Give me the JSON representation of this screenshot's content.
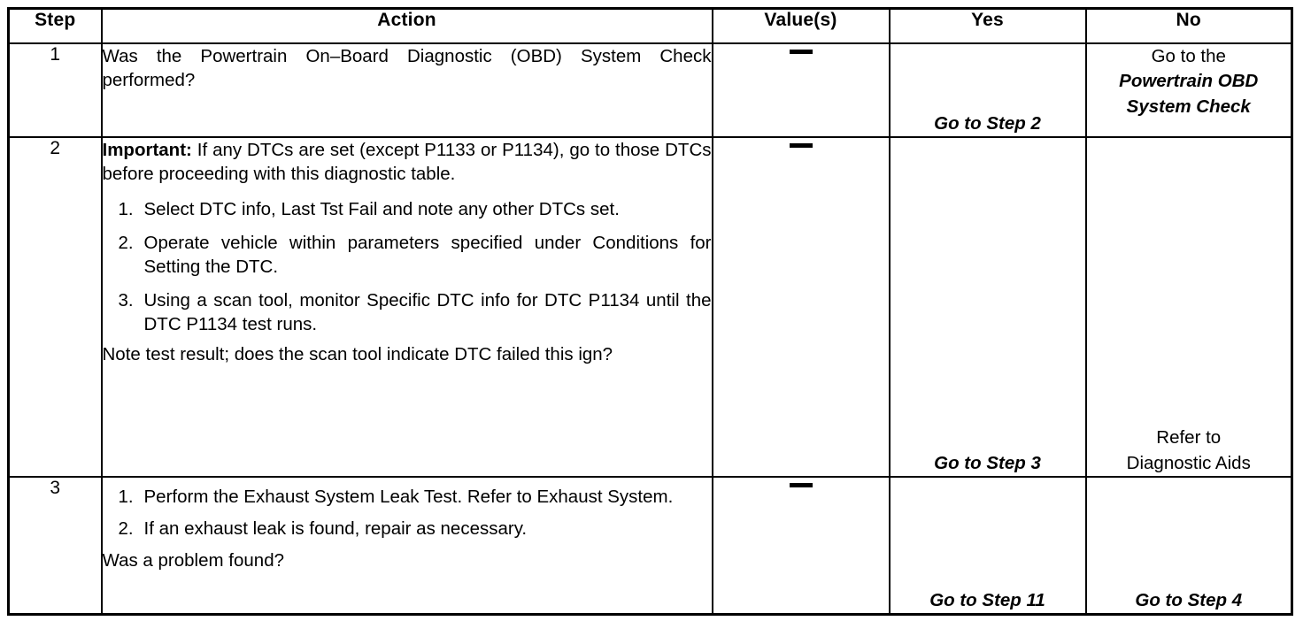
{
  "table": {
    "headers": {
      "step": "Step",
      "action": "Action",
      "values": "Value(s)",
      "yes": "Yes",
      "no": "No"
    },
    "rows": [
      {
        "step": "1",
        "action": {
          "intro": "Was the Powertrain On–Board Diagnostic (OBD) System Check performed?",
          "items": [],
          "question": ""
        },
        "value": "—",
        "yes": {
          "line1": "Go to Step 2",
          "line2": "",
          "line3": ""
        },
        "no": {
          "line1": "Go to the",
          "line2": "Powertrain OBD",
          "line3": "System Check"
        }
      },
      {
        "step": "2",
        "action": {
          "important_label": "Important:",
          "important_text": " If any DTCs are set (except P1133 or P1134), go to those DTCs before proceeding with this diagnostic table.",
          "items": [
            {
              "num": "1.",
              "text": "Select DTC info, Last Tst Fail and note any other DTCs set."
            },
            {
              "num": "2.",
              "text": "Operate vehicle within parameters specified under Conditions for Setting the DTC."
            },
            {
              "num": "3.",
              "text": "Using a scan tool, monitor Specific DTC info for DTC P1134 until the DTC P1134 test runs."
            }
          ],
          "question": "Note test result; does the scan tool indicate DTC failed this ign?"
        },
        "value": "—",
        "yes": {
          "line1": "Go to Step 3",
          "line2": "",
          "line3": ""
        },
        "no": {
          "line1": "Refer to",
          "line2": "Diagnostic Aids",
          "line3": ""
        }
      },
      {
        "step": "3",
        "action": {
          "items": [
            {
              "num": "1.",
              "text": "Perform the Exhaust System Leak Test. Refer to Exhaust System."
            },
            {
              "num": "2.",
              "text": "If an exhaust leak is found, repair as necessary."
            }
          ],
          "question": "Was a problem found?"
        },
        "value": "—",
        "yes": {
          "line1": "Go to Step 11",
          "line2": "",
          "line3": ""
        },
        "no": {
          "line1": "Go to Step 4",
          "line2": "",
          "line3": ""
        }
      }
    ]
  },
  "colors": {
    "text": "#000000",
    "background": "#ffffff",
    "border": "#000000"
  }
}
